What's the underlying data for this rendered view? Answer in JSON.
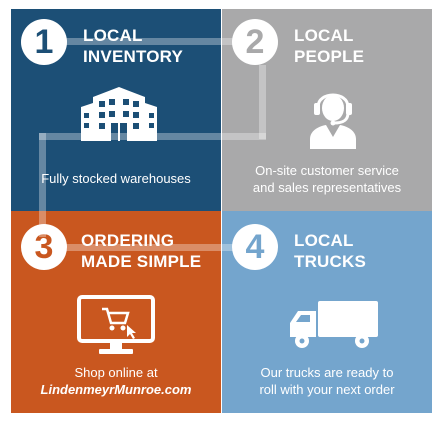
{
  "colors": {
    "local_inventory": "#1c4f76",
    "local_people": "#a9a9aa",
    "ordering": "#c9571f",
    "local_trucks": "#74a5cd"
  },
  "panels": [
    {
      "number": "1",
      "heading_line1": "LOCAL",
      "heading_line2": "INVENTORY",
      "icon": "warehouse-icon",
      "caption_line1": "Fully stocked warehouses",
      "caption_line2": ""
    },
    {
      "number": "2",
      "heading_line1": "LOCAL",
      "heading_line2": "PEOPLE",
      "icon": "headset-agent-icon",
      "caption_line1": "On-site customer service",
      "caption_line2": "and sales representatives"
    },
    {
      "number": "3",
      "heading_line1": "ORDERING",
      "heading_line2": "MADE SIMPLE",
      "icon": "monitor-cart-icon",
      "caption_line1": "Shop online at",
      "caption_line2": "LindenmeyrMunroe.com"
    },
    {
      "number": "4",
      "heading_line1": "LOCAL",
      "heading_line2": "TRUCKS",
      "icon": "delivery-truck-icon",
      "caption_line1": "Our trucks are ready to",
      "caption_line2": "roll with your next order"
    }
  ]
}
